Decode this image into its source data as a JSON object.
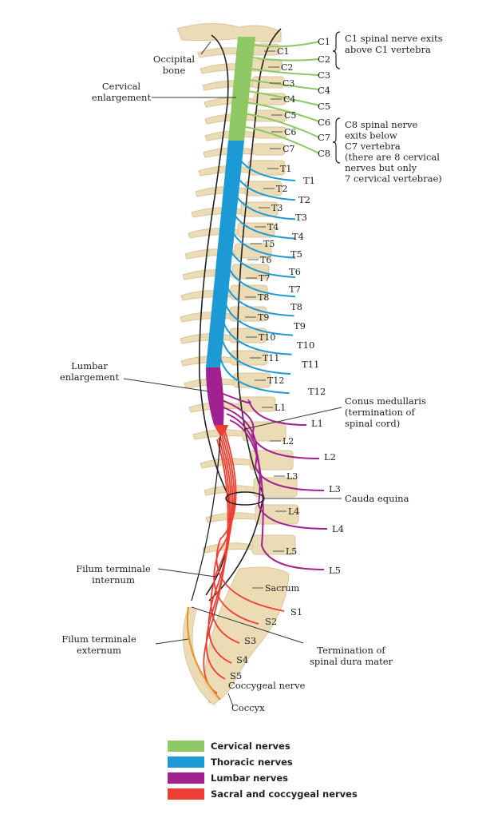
{
  "colors": {
    "cervical": "#8dc862",
    "thoracic": "#1c9ad6",
    "lumbar": "#a0218f",
    "sacral": "#ee3e33",
    "coccygeal_fil": "#e8921f",
    "bone": "#ecdcb6",
    "bone_edge": "#d9c59a",
    "leader": "#333333"
  },
  "vertebra_labels": [
    "C1",
    "C2",
    "C3",
    "C4",
    "C5",
    "C6",
    "C7",
    "T1",
    "T2",
    "T3",
    "T4",
    "T5",
    "T6",
    "T7",
    "T8",
    "T9",
    "T10",
    "T11",
    "T12",
    "L1",
    "L2",
    "L3",
    "L4",
    "L5",
    "Sacrum"
  ],
  "nerve_labels": {
    "cervical": [
      "C1",
      "C2",
      "C3",
      "C4",
      "C5",
      "C6",
      "C7",
      "C8"
    ],
    "thoracic": [
      "T1",
      "T2",
      "T3",
      "T4",
      "T5",
      "T6",
      "T7",
      "T8",
      "T9",
      "T10",
      "T11",
      "T12"
    ],
    "lumbar": [
      "L1",
      "L2",
      "L3",
      "L4",
      "L5"
    ],
    "sacral": [
      "S1",
      "S2",
      "S3",
      "S4",
      "S5"
    ]
  },
  "annotations": {
    "occipital_bone": [
      "Occipital",
      "bone"
    ],
    "cervical_enlargement": [
      "Cervical",
      "enlargement"
    ],
    "c1_note": [
      "C1 spinal nerve exits",
      "above C1 vertebra"
    ],
    "c8_note": [
      "C8 spinal nerve",
      "exits below",
      "C7 vertebra",
      "(there are 8 cervical",
      "nerves but only",
      "7 cervical vertebrae)"
    ],
    "lumbar_enlargement": [
      "Lumbar",
      "enlargement"
    ],
    "conus_medullaris": [
      "Conus medullaris",
      "(termination of",
      "spinal cord)"
    ],
    "cauda_equina": [
      "Cauda equina"
    ],
    "filum_internum": [
      "Filum terminale",
      "internum"
    ],
    "filum_externum": [
      "Filum terminale",
      "externum"
    ],
    "dura_termination": [
      "Termination of",
      "spinal dura mater"
    ],
    "coccygeal_nerve": [
      "Coccygeal nerve"
    ],
    "coccyx": [
      "Coccyx"
    ]
  },
  "legend": [
    {
      "label": "Cervical nerves",
      "color": "#8dc862"
    },
    {
      "label": "Thoracic nerves",
      "color": "#1c9ad6"
    },
    {
      "label": "Lumbar nerves",
      "color": "#a0218f"
    },
    {
      "label": "Sacral and coccygeal nerves",
      "color": "#ee3e33"
    }
  ]
}
